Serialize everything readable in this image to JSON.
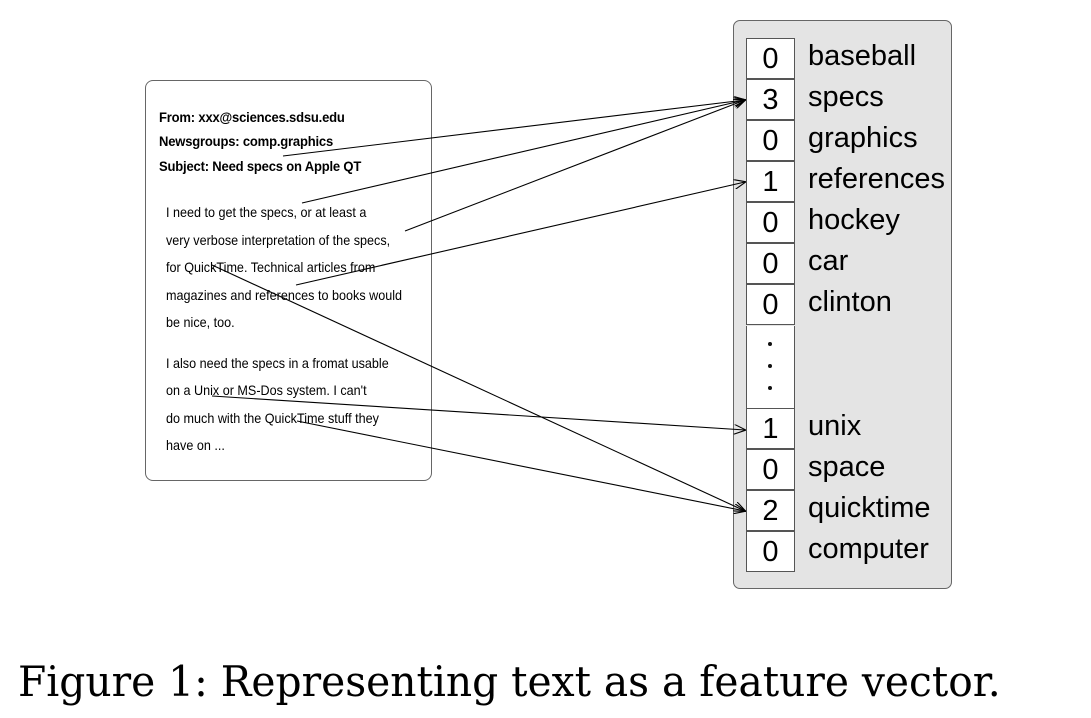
{
  "email": {
    "headers": [
      "From: xxx@sciences.sdsu.edu",
      "Newsgroups: comp.graphics",
      "Subject: Need specs on Apple QT"
    ],
    "body_lines": [
      "I need to get the specs, or at least a",
      "very verbose interpretation of the specs,",
      "for QuickTime. Technical articles from",
      "magazines and references to books would",
      "be nice, too.",
      "I also need the specs in a fromat usable",
      "on a Unix or MS-Dos system. I can't",
      "do much with the QuickTime stuff they",
      "have on ..."
    ]
  },
  "vector": {
    "entries": [
      {
        "count": "0",
        "word": "baseball"
      },
      {
        "count": "3",
        "word": "specs"
      },
      {
        "count": "0",
        "word": "graphics"
      },
      {
        "count": "1",
        "word": "references"
      },
      {
        "count": "0",
        "word": "hockey"
      },
      {
        "count": "0",
        "word": "car"
      },
      {
        "count": "0",
        "word": "clinton"
      },
      {
        "count": "1",
        "word": "unix"
      },
      {
        "count": "0",
        "word": "space"
      },
      {
        "count": "2",
        "word": "quicktime"
      },
      {
        "count": "0",
        "word": "computer"
      }
    ]
  },
  "caption": "Figure 1: Representing text as a feature vector.",
  "colors": {
    "panel_bg": "#e4e4e4",
    "border": "#666666",
    "arrow": "#000000"
  }
}
